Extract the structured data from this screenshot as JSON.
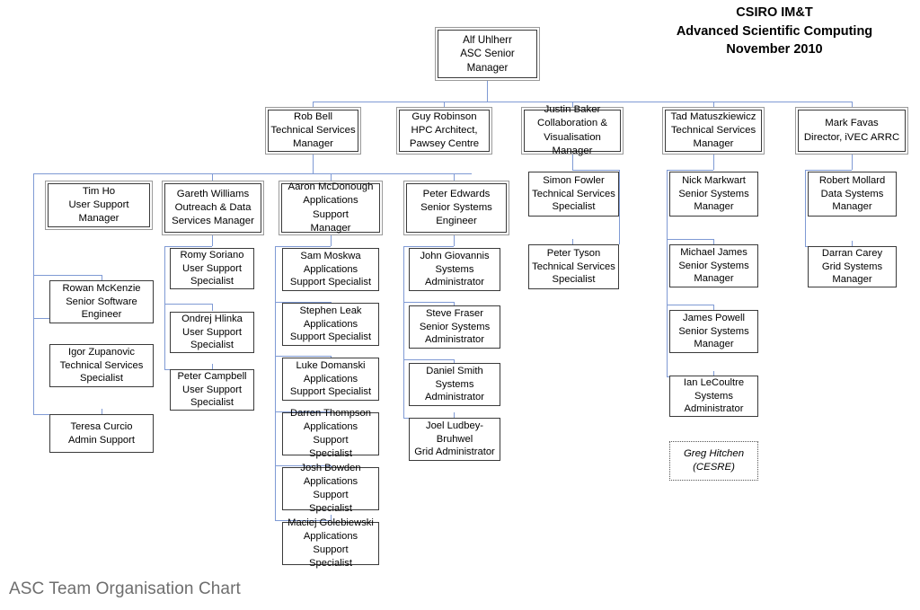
{
  "document": {
    "title_lines": [
      "CSIRO IM&T",
      "Advanced Scientific Computing",
      "November 2010"
    ],
    "caption": "ASC Team Organisation Chart"
  },
  "colors": {
    "connector": "#7f9ad4",
    "box_border": "#3a3a3a",
    "box_outer_border": "#9a9a9a",
    "caption_text": "#6e6e6e",
    "text": "#000000",
    "background": "#ffffff"
  },
  "chart_data": {
    "type": "diagram",
    "subtype": "org-chart",
    "title": "CSIRO IM&T Advanced Scientific Computing November 2010",
    "caption": "ASC Team Organisation Chart",
    "node_count": 33
  },
  "nodes": {
    "root": {
      "name": "Alf Uhlherr",
      "role": "ASC Senior Manager",
      "text": "Alf Uhlherr\nASC Senior Manager"
    },
    "level2": [
      {
        "id": "rob-bell",
        "name": "Rob Bell",
        "role": "Technical Services Manager",
        "text": "Rob Bell\nTechnical Services\nManager"
      },
      {
        "id": "guy-robinson",
        "name": "Guy Robinson",
        "role": "HPC Architect, Pawsey Centre",
        "text": "Guy Robinson\nHPC Architect,\nPawsey Centre"
      },
      {
        "id": "justin-baker",
        "name": "Justin Baker",
        "role": "Collaboration & Visualisation Manager",
        "text": "Justin Baker\nCollaboration &\nVisualisation Manager"
      },
      {
        "id": "tad-matuszkiewicz",
        "name": "Tad Matuszkiewicz",
        "role": "Technical Services Manager",
        "text": "Tad Matuszkiewicz\nTechnical Services\nManager"
      },
      {
        "id": "mark-favas",
        "name": "Mark Favas",
        "role": "Director, iVEC ARRC",
        "text": "Mark Favas\nDirector, iVEC ARRC"
      }
    ],
    "level3": [
      {
        "id": "tim-ho",
        "name": "Tim Ho",
        "role": "User Support Manager",
        "text": "Tim Ho\nUser Support\nManager"
      },
      {
        "id": "gareth-williams",
        "name": "Gareth Williams",
        "role": "Outreach & Data Services Manager",
        "text": "Gareth Williams\nOutreach & Data\nServices Manager"
      },
      {
        "id": "aaron-mcdonough",
        "name": "Aaron McDonough",
        "role": "Applications Support Manager",
        "text": "Aaron McDonough\nApplications Support\nManager"
      },
      {
        "id": "peter-edwards",
        "name": "Peter Edwards",
        "role": "Senior Systems Engineer",
        "text": "Peter Edwards\nSenior Systems\nEngineer"
      }
    ],
    "tim_ho_reports": [
      {
        "id": "rowan-mckenzie",
        "name": "Rowan McKenzie",
        "role": "Senior Software Engineer",
        "text": "Rowan McKenzie\nSenior Software\nEngineer"
      },
      {
        "id": "igor-zupanovic",
        "name": "Igor Zupanovic",
        "role": "Technical Services Specialist",
        "text": "Igor Zupanovic\nTechnical Services\nSpecialist"
      },
      {
        "id": "teresa-curcio",
        "name": "Teresa Curcio",
        "role": "Admin Support",
        "text": "Teresa Curcio\nAdmin Support"
      }
    ],
    "gareth_williams_reports": [
      {
        "id": "romy-soriano",
        "name": "Romy Soriano",
        "role": "User Support Specialist",
        "text": "Romy Soriano\nUser Support\nSpecialist"
      },
      {
        "id": "ondrej-hlinka",
        "name": "Ondrej Hlinka",
        "role": "User Support Specialist",
        "text": "Ondrej Hlinka\nUser Support\nSpecialist"
      },
      {
        "id": "peter-campbell",
        "name": "Peter Campbell",
        "role": "User Support Specialist",
        "text": "Peter Campbell\nUser Support\nSpecialist"
      }
    ],
    "aaron_mcdonough_reports": [
      {
        "id": "sam-moskwa",
        "name": "Sam Moskwa",
        "role": "Applications Support Specialist",
        "text": "Sam Moskwa\nApplications\nSupport Specialist"
      },
      {
        "id": "stephen-leak",
        "name": "Stephen Leak",
        "role": "Applications Support Specialist",
        "text": "Stephen Leak\nApplications\nSupport Specialist"
      },
      {
        "id": "luke-domanski",
        "name": "Luke Domanski",
        "role": "Applications Support Specialist",
        "text": "Luke Domanski\nApplications\nSupport Specialist"
      },
      {
        "id": "darren-thompson",
        "name": "Darren Thompson",
        "role": "Applications Support Specialist",
        "text": "Darren Thompson\nApplications Support\nSpecialist"
      },
      {
        "id": "josh-bowden",
        "name": "Josh Bowden",
        "role": "Applications Support Specialist",
        "text": "Josh Bowden\nApplications Support\nSpecialist"
      },
      {
        "id": "maciej-golebiewski",
        "name": "Maciej Golebiewski",
        "role": "Applications Support Specialist",
        "text": "Maciej Golebiewski\nApplications Support\nSpecialist"
      }
    ],
    "peter_edwards_reports": [
      {
        "id": "john-giovannis",
        "name": "John Giovannis",
        "role": "Systems Administrator",
        "text": "John Giovannis\nSystems\nAdministrator"
      },
      {
        "id": "steve-fraser",
        "name": "Steve Fraser",
        "role": "Senior Systems Administrator",
        "text": "Steve Fraser\nSenior Systems\nAdministrator"
      },
      {
        "id": "daniel-smith",
        "name": "Daniel Smith",
        "role": "Systems Administrator",
        "text": "Daniel Smith\nSystems\nAdministrator"
      },
      {
        "id": "joel-ludbey-bruhwel",
        "name": "Joel Ludbey-Bruhwel",
        "role": "Grid Administrator",
        "text": "Joel Ludbey-\nBruhwel\nGrid Administrator"
      }
    ],
    "justin_baker_reports": [
      {
        "id": "simon-fowler",
        "name": "Simon Fowler",
        "role": "Technical Services Specialist",
        "text": "Simon Fowler\nTechnical Services\nSpecialist"
      },
      {
        "id": "peter-tyson",
        "name": "Peter Tyson",
        "role": "Technical Services Specialist",
        "text": "Peter Tyson\nTechnical Services\nSpecialist"
      }
    ],
    "tad_matuszkiewicz_reports": [
      {
        "id": "nick-markwart",
        "name": "Nick Markwart",
        "role": "Senior Systems Manager",
        "text": "Nick Markwart\nSenior Systems\nManager"
      },
      {
        "id": "michael-james",
        "name": "Michael James",
        "role": "Senior Systems Manager",
        "text": "Michael James\nSenior Systems\nManager"
      },
      {
        "id": "james-powell",
        "name": "James Powell",
        "role": "Senior Systems Manager",
        "text": "James Powell\nSenior Systems\nManager"
      },
      {
        "id": "ian-lecoultre",
        "name": "Ian LeCoultre",
        "role": "Systems Administrator",
        "text": "Ian LeCoultre\nSystems\nAdministrator"
      }
    ],
    "advisory": [
      {
        "id": "greg-hitchen",
        "name": "Greg Hitchen",
        "role": "(CESRE)",
        "text": "Greg Hitchen\n(CESRE)"
      }
    ],
    "mark_favas_reports": [
      {
        "id": "robert-mollard",
        "name": "Robert Mollard",
        "role": "Data Systems Manager",
        "text": "Robert Mollard\nData Systems\nManager"
      },
      {
        "id": "darran-carey",
        "name": "Darran Carey",
        "role": "Grid Systems Manager",
        "text": "Darran Carey\nGrid Systems\nManager"
      }
    ]
  }
}
